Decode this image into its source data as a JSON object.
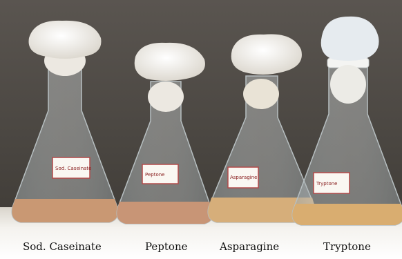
{
  "flasks": [
    {
      "label": "Sod. Caseinate",
      "flask_tag": "Sod. Caseinate",
      "broth_color": "#c99873"
    },
    {
      "label": "Peptone",
      "flask_tag": "Peptone",
      "broth_color": "#c89576"
    },
    {
      "label": "Asparagine",
      "flask_tag": "Asparagine",
      "broth_color": "#d6ae7a"
    },
    {
      "label": "Tryptone",
      "flask_tag": "Tryptone",
      "broth_color": "#d9ad70"
    }
  ],
  "colors": {
    "background": "#4f4b46",
    "cotton": "#f2efe9",
    "glass": "#cfd6d8"
  }
}
